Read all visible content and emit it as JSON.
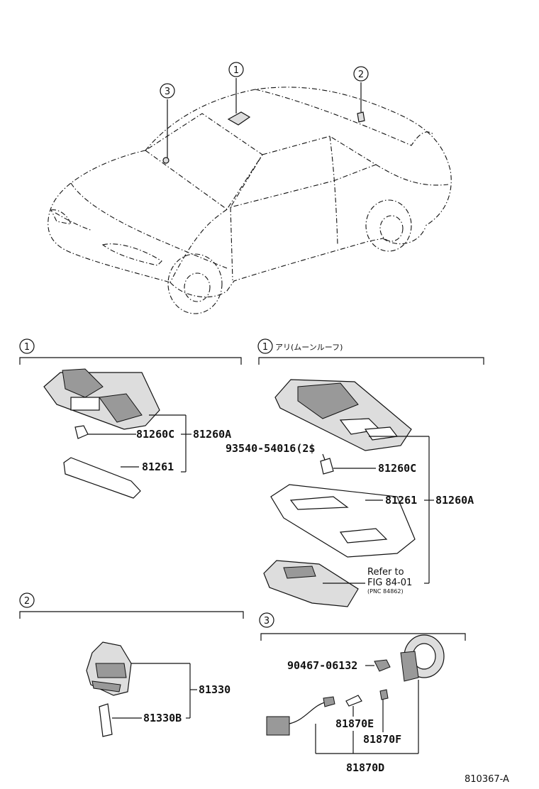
{
  "callouts": {
    "c1": "1",
    "c2": "2",
    "c3": "3"
  },
  "sections": {
    "s1_marker": "1",
    "s1b_marker": "1",
    "s1b_note": "アリ(ムーンルーフ)",
    "s2_marker": "2",
    "s3_marker": "3"
  },
  "parts_s1": {
    "p81260c": "81260C",
    "p81260a": "81260A",
    "p81261": "81261"
  },
  "parts_s1b": {
    "p93540": "93540-54016(2$",
    "p81260c": "81260C",
    "p81261": "81261",
    "p81260a": "81260A",
    "refer1": "Refer to",
    "refer2": "FIG 84-01",
    "refer3": "(PNC 84862)"
  },
  "parts_s2": {
    "p81330": "81330",
    "p81330b": "81330B"
  },
  "parts_s3": {
    "p90467": "90467-06132",
    "p81870e": "81870E",
    "p81870f": "81870F",
    "p81870d": "81870D"
  },
  "figure_id": "810367-A"
}
